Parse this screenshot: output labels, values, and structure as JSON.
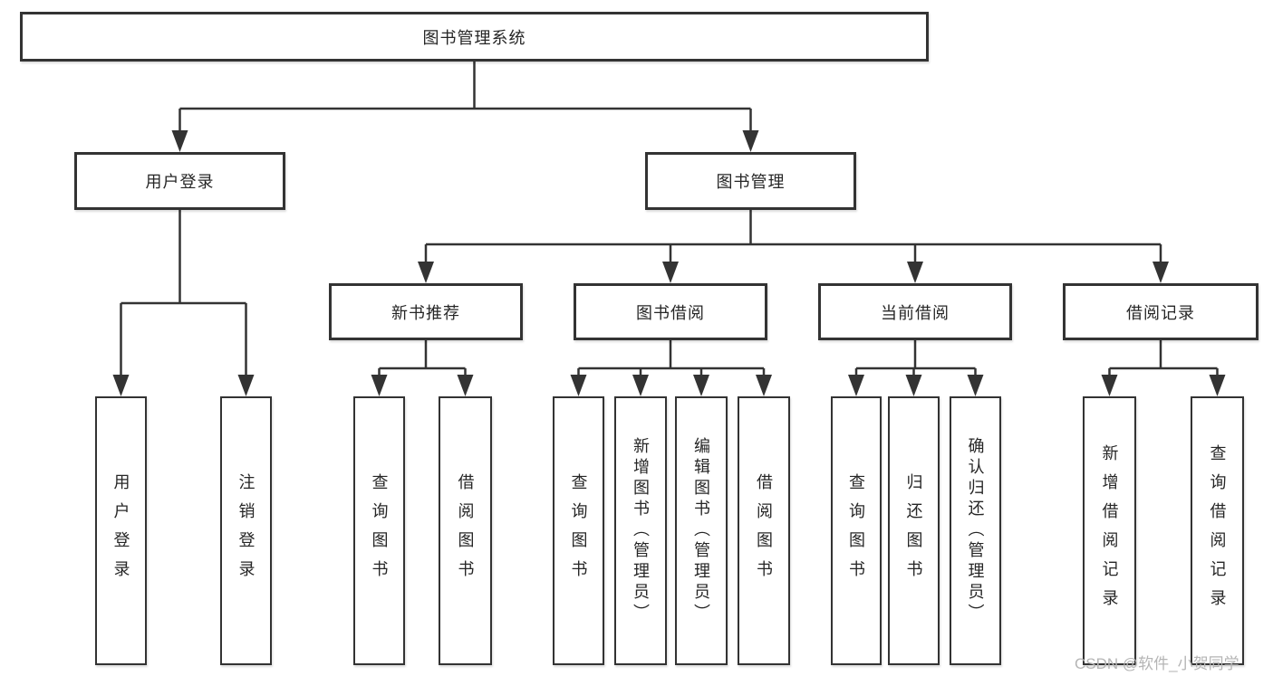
{
  "diagram": {
    "root": "图书管理系统",
    "level2": [
      {
        "label": "用户登录",
        "children": [
          "用户登录",
          "注销登录"
        ]
      },
      {
        "label": "图书管理",
        "groups": [
          {
            "label": "新书推荐",
            "children": [
              "查询图书",
              "借阅图书"
            ]
          },
          {
            "label": "图书借阅",
            "children": [
              "查询图书",
              "新增图书（管理员）",
              "编辑图书（管理员）",
              "借阅图书"
            ]
          },
          {
            "label": "当前借阅",
            "children": [
              "查询图书",
              "归还图书",
              "确认归还（管理员）"
            ]
          },
          {
            "label": "借阅记录",
            "children": [
              "新增借阅记录",
              "查询借阅记录"
            ]
          }
        ]
      }
    ]
  },
  "watermark": "CSDN @软件_小贺同学",
  "colors": {
    "line": "#333333",
    "text": "#262626",
    "background": "#ffffff",
    "watermark": "#b5b5b5"
  }
}
